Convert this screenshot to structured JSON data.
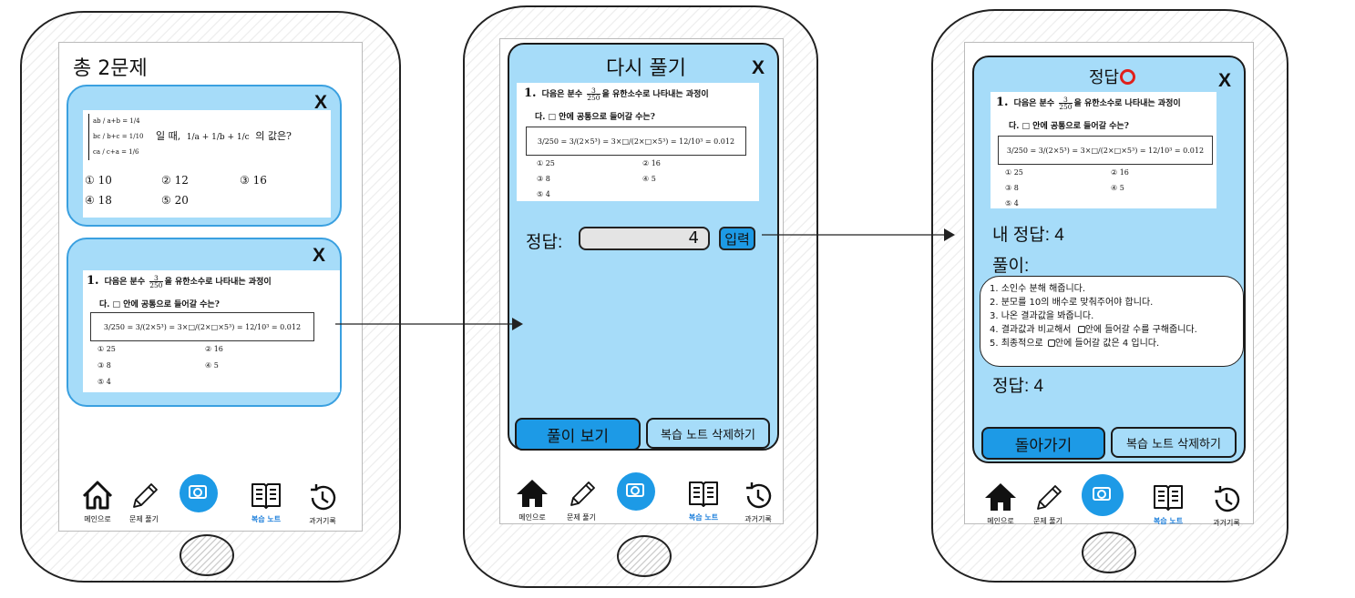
{
  "phone1": {
    "title": "총 2문제",
    "card1": {
      "close": "X",
      "system_line1": "ab / a+b = 1/4",
      "system_line2": "bc / b+c = 1/10",
      "system_line3": "ca / c+a = 1/6",
      "question_text": "일 때,",
      "question_expr": "1/a + 1/b + 1/c",
      "question_end": "의 값은?",
      "options": [
        "① 10",
        "② 12",
        "③ 16",
        "④ 18",
        "⑤ 20"
      ]
    },
    "card2": {
      "close": "X"
    }
  },
  "question": {
    "number": "1.",
    "text_before": "다음은 분수",
    "frac_num": "3",
    "frac_den": "250",
    "text_after": "을 유한소수로 나타내는 과정이",
    "line2": "다. □ 안에 공통으로 들어갈 수는?",
    "equation": "3/250 = 3/(2×5³) = 3×□/(2×□×5³) = 12/10³ = 0.012",
    "options": [
      "① 25",
      "② 16",
      "③ 8",
      "④ 5",
      "⑤ 4"
    ]
  },
  "phone2": {
    "title": "다시 풀기",
    "close": "X",
    "answer_label": "정답:",
    "answer_value": "4",
    "input_button": "입력",
    "view_solution_button": "풀이 보기",
    "delete_button": "복습 노트 삭제하기"
  },
  "phone3": {
    "title": "정답",
    "close": "X",
    "my_answer": "내 정답: 4",
    "solution_label": "풀이:",
    "solution_steps": [
      "1. 소인수 분해 해줍니다.",
      "2. 분모를 10의 배수로 맞춰주어야 합니다.",
      "3. 나온 결과값을 봐줍니다.",
      "4. 결과값과 비교해서",
      "안에 들어갈 수를 구해줍니다.",
      "5. 최종적으로",
      "안에 들어갈 값은 4 입니다."
    ],
    "correct_answer": "정답: 4",
    "back_button": "돌아가기",
    "delete_button": "복습 노트 삭제하기"
  },
  "nav": {
    "home": "메인으로",
    "problems": "문제 풀기",
    "review": "복습 노트",
    "history": "과거기록"
  },
  "colors": {
    "card": "#a6dcf9",
    "accent": "#1d9ae6",
    "nav_active": "#1d7fdb",
    "correct_mark": "#e0201b"
  }
}
